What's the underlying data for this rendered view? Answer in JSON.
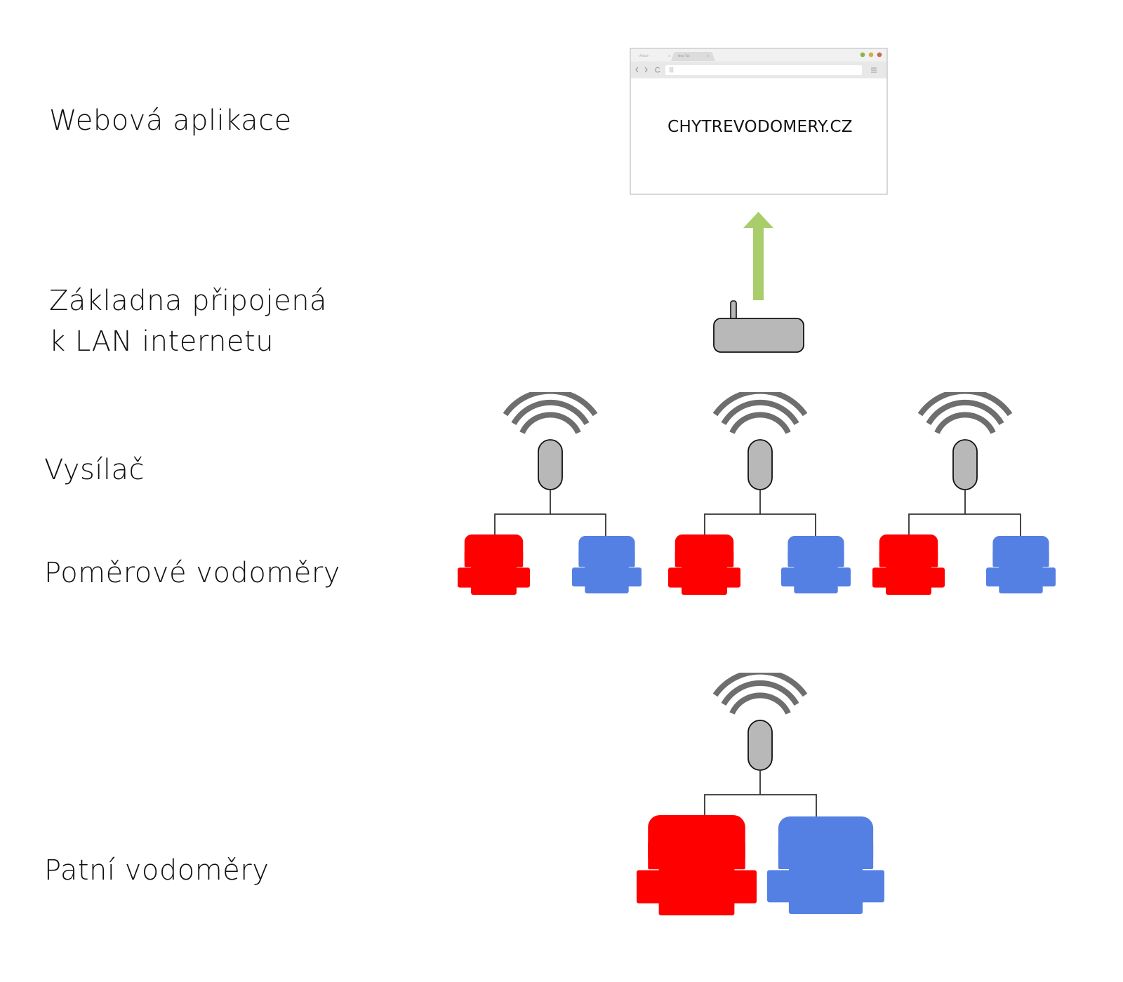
{
  "labels": {
    "web_app": "Webová aplikace",
    "base_line1": "Základna připojená",
    "base_line2": "k LAN internetu",
    "transmitter": "Vysílač",
    "ratio_meters": "Poměrové vodoměry",
    "heel_meters": "Patní vodoměry"
  },
  "browser": {
    "tabs": [
      {
        "label": "Article",
        "close": "×"
      },
      {
        "label": "New Tab",
        "close": "×"
      }
    ],
    "site_title": "CHYTREVODOMERY.CZ",
    "window_buttons": [
      "green",
      "yellow",
      "red"
    ]
  },
  "colors": {
    "hot_water_meter": "#ff0000",
    "cold_water_meter": "#5580e3",
    "uplink_arrow": "#a9cd6a",
    "device_fill": "#b8b8b8",
    "wifi_waves": "#6e6e6e",
    "btn_green": "#8db14f",
    "btn_yellow": "#d9a94b",
    "btn_red": "#c56a55"
  },
  "groups": [
    {
      "name": "ratio-group-1",
      "meters": [
        "hot",
        "cold"
      ]
    },
    {
      "name": "ratio-group-2",
      "meters": [
        "hot",
        "cold"
      ]
    },
    {
      "name": "ratio-group-3",
      "meters": [
        "hot",
        "cold"
      ]
    },
    {
      "name": "heel-group",
      "meters": [
        "hot",
        "cold"
      ]
    }
  ]
}
